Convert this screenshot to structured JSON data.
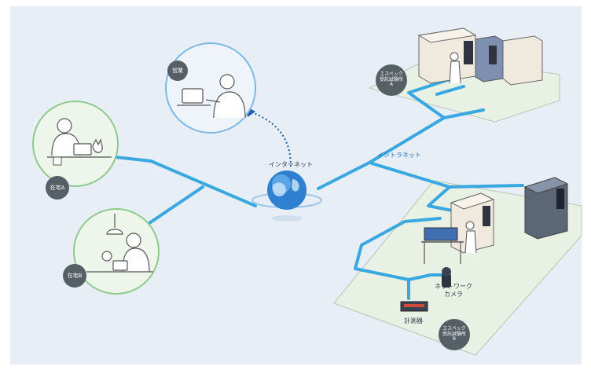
{
  "labels": {
    "internet": "インターネット",
    "intranet": "イントラネット",
    "network_camera_line1": "ネットワーク",
    "network_camera_line2": "カメラ",
    "measuring_instrument": "計測器"
  },
  "badges": {
    "sales": "営業",
    "home_a": "在宅A",
    "home_b": "在宅B",
    "lab_a_line1": "エスペック",
    "lab_a_line2": "受託試験所",
    "lab_a_line3": "A",
    "lab_b_line1": "エスペック",
    "lab_b_line2": "受託試験所",
    "lab_b_line3": "B"
  },
  "colors": {
    "background": "#e7eef6",
    "network_line": "#3aa8e0",
    "floor": "#e9f1e5",
    "circle_fill": "#eef5ea",
    "sales_circle_fill": "#eef4fa",
    "badge": "#565e66"
  }
}
